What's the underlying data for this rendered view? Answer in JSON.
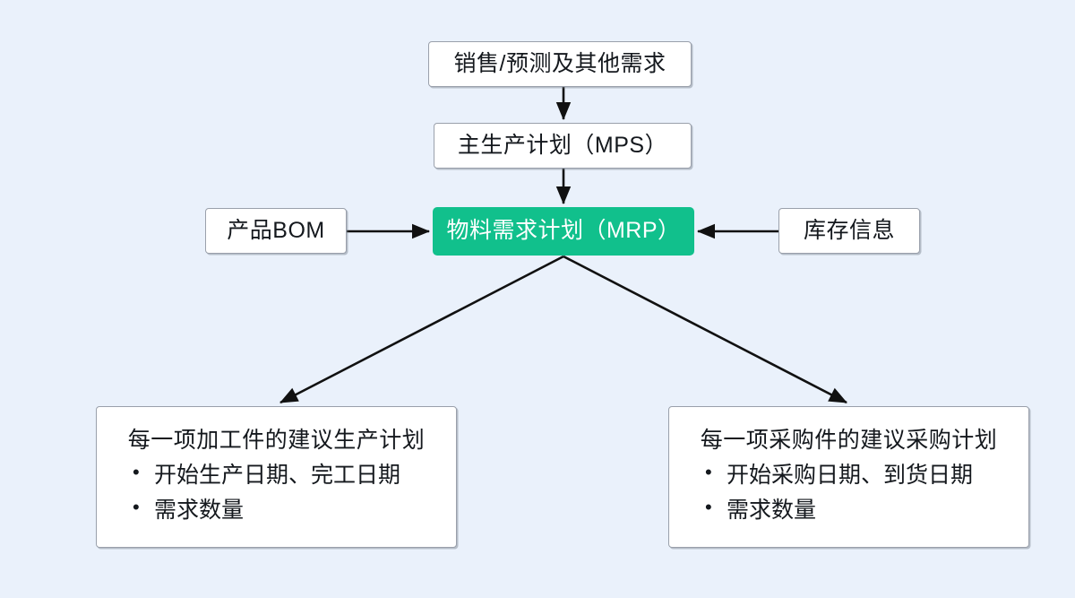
{
  "diagram": {
    "type": "flowchart",
    "background_color": "#eaf1fb",
    "accent_color": "#11c08c",
    "node_border_color": "#9aa0ab",
    "edge_color": "#111111",
    "nodes": {
      "demand": {
        "label": "销售/预测及其他需求"
      },
      "mps": {
        "label": "主生产计划（MPS）"
      },
      "mrp": {
        "label": "物料需求计划（MRP）"
      },
      "bom": {
        "label": "产品BOM"
      },
      "stock": {
        "label": "库存信息"
      },
      "production": {
        "label": "每一项加工件的建议生产计划",
        "bullets": [
          "开始生产日期、完工日期",
          "需求数量"
        ]
      },
      "purchase": {
        "label": "每一项采购件的建议采购计划",
        "bullets": [
          "开始采购日期、到货日期",
          "需求数量"
        ]
      }
    },
    "edges": [
      {
        "from": "demand",
        "to": "mrp_via_mps",
        "label": ""
      },
      {
        "from": "mps",
        "to": "mrp",
        "label": ""
      },
      {
        "from": "bom",
        "to": "mrp",
        "label": ""
      },
      {
        "from": "stock",
        "to": "mrp",
        "label": ""
      },
      {
        "from": "mrp",
        "to": "production",
        "label": ""
      },
      {
        "from": "mrp",
        "to": "purchase",
        "label": ""
      }
    ]
  }
}
